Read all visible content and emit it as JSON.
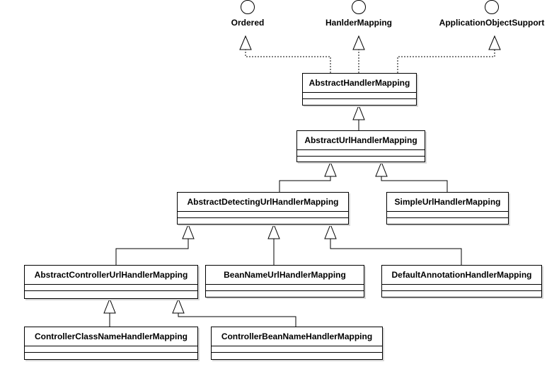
{
  "interfaces": {
    "ordered": "Ordered",
    "handler_mapping": "HanlderMapping",
    "application_object_support": "ApplicationObjectSupport"
  },
  "classes": {
    "abstract_handler_mapping": "AbstractHandlerMapping",
    "abstract_url_handler_mapping": "AbstractUrlHandlerMapping",
    "abstract_detecting_url_handler_mapping": "AbstractDetectingUrlHandlerMapping",
    "simple_url_handler_mapping": "SimpleUrlHandlerMapping",
    "abstract_controller_url_handler_mapping": "AbstractControllerUrlHandlerMapping",
    "bean_name_url_handler_mapping": "BeanNameUrlHandlerMapping",
    "default_annotation_handler_mapping": "DefaultAnnotationHandlerMapping",
    "controller_class_name_handler_mapping": "ControllerClassNameHandlerMapping",
    "controller_bean_name_handler_mapping": "ControllerBeanNameHandlerMapping"
  },
  "relationships": [
    {
      "from": "abstract_handler_mapping",
      "to": "ordered",
      "kind": "realization"
    },
    {
      "from": "abstract_handler_mapping",
      "to": "handler_mapping",
      "kind": "realization"
    },
    {
      "from": "abstract_handler_mapping",
      "to": "application_object_support",
      "kind": "realization"
    },
    {
      "from": "abstract_url_handler_mapping",
      "to": "abstract_handler_mapping",
      "kind": "generalization"
    },
    {
      "from": "abstract_detecting_url_handler_mapping",
      "to": "abstract_url_handler_mapping",
      "kind": "generalization"
    },
    {
      "from": "simple_url_handler_mapping",
      "to": "abstract_url_handler_mapping",
      "kind": "generalization"
    },
    {
      "from": "abstract_controller_url_handler_mapping",
      "to": "abstract_detecting_url_handler_mapping",
      "kind": "generalization"
    },
    {
      "from": "bean_name_url_handler_mapping",
      "to": "abstract_detecting_url_handler_mapping",
      "kind": "generalization"
    },
    {
      "from": "default_annotation_handler_mapping",
      "to": "abstract_detecting_url_handler_mapping",
      "kind": "generalization"
    },
    {
      "from": "controller_class_name_handler_mapping",
      "to": "abstract_controller_url_handler_mapping",
      "kind": "generalization"
    },
    {
      "from": "controller_bean_name_handler_mapping",
      "to": "abstract_controller_url_handler_mapping",
      "kind": "generalization"
    }
  ]
}
